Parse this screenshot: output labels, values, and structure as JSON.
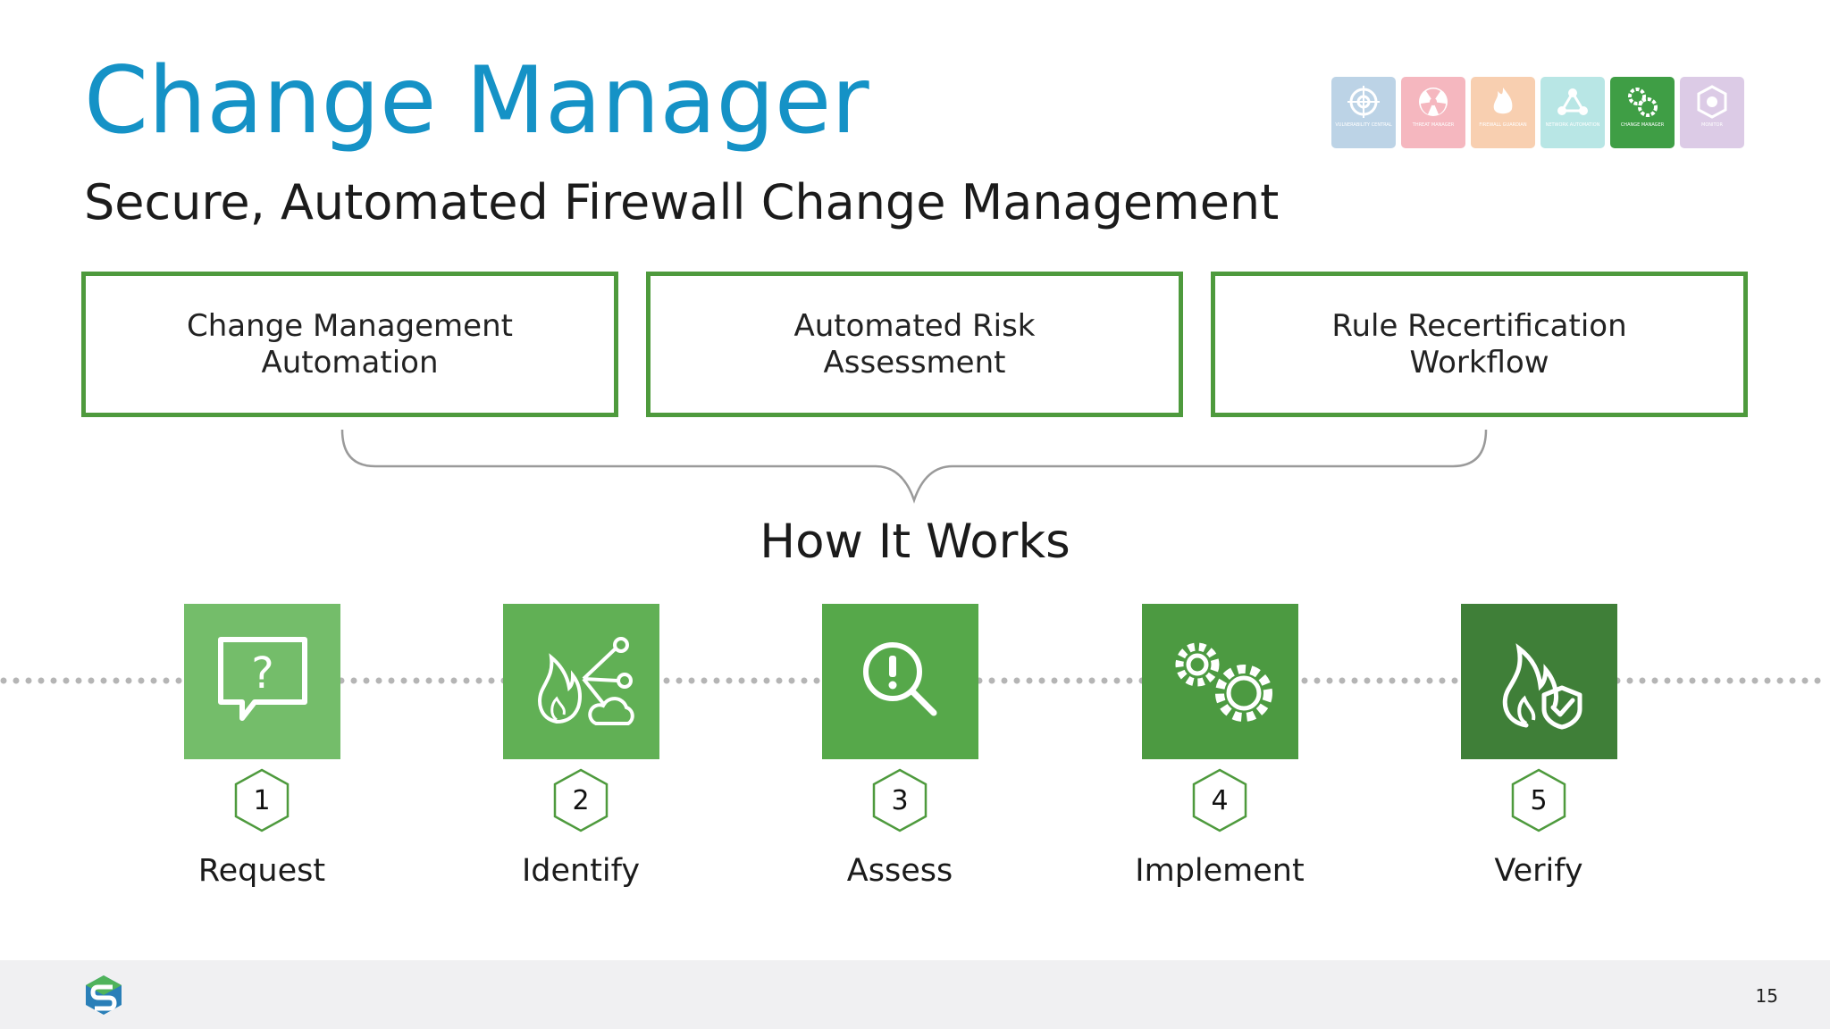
{
  "title": "Change Manager",
  "subtitle": "Secure, Automated Firewall Change Management",
  "product_icons": [
    {
      "label": "VULNERABILITY CENTRAL",
      "icon": "target-icon",
      "color": "#bcd3e6",
      "active": false
    },
    {
      "label": "THREAT MANAGER",
      "icon": "radiation-icon",
      "color": "#f5b7bf",
      "active": false
    },
    {
      "label": "FIREWALL GUARDIAN",
      "icon": "flame-icon",
      "color": "#f8cfb0",
      "active": false
    },
    {
      "label": "NETWORK AUTOMATION",
      "icon": "network-icon",
      "color": "#b8e6e5",
      "active": false
    },
    {
      "label": "CHANGE MANAGER",
      "icon": "gears-icon",
      "color": "#3f9e45",
      "active": true
    },
    {
      "label": "MONITOR",
      "icon": "monitor-icon",
      "color": "#dccbe6",
      "active": false
    }
  ],
  "features": [
    "Change Management\nAutomation",
    "Automated Risk\nAssessment",
    "Rule Recertification\nWorkflow"
  ],
  "how_it_works": "How It Works",
  "steps": [
    {
      "number": "1",
      "label": "Request",
      "icon": "question-bubble-icon",
      "color": "#74bd6a"
    },
    {
      "number": "2",
      "label": "Identify",
      "icon": "flame-network-icon",
      "color": "#61b055"
    },
    {
      "number": "3",
      "label": "Assess",
      "icon": "magnifier-alert-icon",
      "color": "#56a84a"
    },
    {
      "number": "4",
      "label": "Implement",
      "icon": "gears-icon",
      "color": "#4c9a41"
    },
    {
      "number": "5",
      "label": "Verify",
      "icon": "flame-shield-icon",
      "color": "#3f7f38"
    }
  ],
  "page_number": "15",
  "colors": {
    "title": "#1592c6",
    "feature_border": "#4e9a3d",
    "footer": "#f0f0f2"
  }
}
